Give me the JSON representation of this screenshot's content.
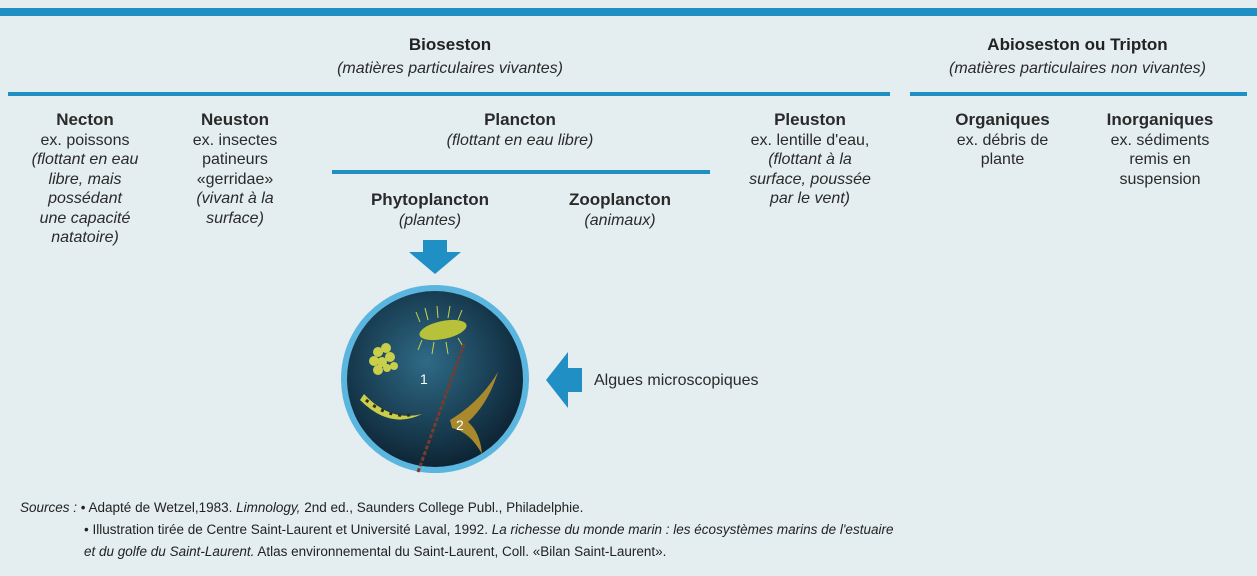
{
  "bioseston": {
    "title": "Bioseston",
    "subtitle": "(matières particulaires vivantes)"
  },
  "abioseston": {
    "title": "Abioseston ou Tripton",
    "subtitle": "(matières particulaires non vivantes)"
  },
  "necton": {
    "title": "Necton",
    "example": "ex. poissons",
    "desc": [
      "(flottant en eau",
      "libre, mais",
      "possédant",
      "une capacité",
      "natatoire)"
    ]
  },
  "neuston": {
    "title": "Neuston",
    "example": [
      "ex. insectes",
      "patineurs",
      "«gerridae»"
    ],
    "desc": [
      "(vivant à la",
      "surface)"
    ]
  },
  "plancton": {
    "title": "Plancton",
    "subtitle": "(flottant en eau libre)"
  },
  "phytoplancton": {
    "title": "Phytoplancton",
    "subtitle": "(plantes)"
  },
  "zooplancton": {
    "title": "Zooplancton",
    "subtitle": "(animaux)"
  },
  "pleuston": {
    "title": "Pleuston",
    "example": "ex. lentille d'eau,",
    "desc": [
      "(flottant à la",
      "surface, poussée",
      "par le vent)"
    ]
  },
  "organiques": {
    "title": "Organiques",
    "example": [
      "ex. débris de",
      "plante"
    ]
  },
  "inorganiques": {
    "title": "Inorganiques",
    "example": [
      "ex. sédiments",
      "remis en",
      "suspension"
    ]
  },
  "illustration": {
    "label_1": "1",
    "label_2": "2",
    "caption": "Algues microscopiques"
  },
  "sources": {
    "label": "Sources :",
    "line1_prefix": "• Adapté de Wetzel,1983. ",
    "line1_title": "Limnology,",
    "line1_suffix": " 2nd ed., Saunders College Publ., Philadelphie.",
    "line2_prefix": "• Illustration tirée de Centre Saint-Laurent et Université Laval, 1992. ",
    "line2_title_a": "La richesse du monde marin : les écosystèmes marins de l'estuaire",
    "line3_title_b": "et du golfe du Saint-Laurent.",
    "line3_suffix": " Atlas environnemental du Saint-Laurent, Coll. «Bilan Saint-Laurent»."
  },
  "colors": {
    "rule": "#1f8fc4",
    "background": "#e4edf0",
    "arrow": "#1f8fc4",
    "circle": "#1a3f55"
  }
}
